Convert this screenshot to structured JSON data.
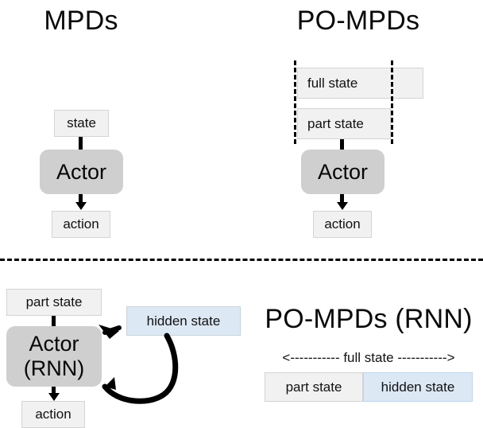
{
  "figure": {
    "panels": [
      {
        "id": "mpds",
        "title": "MPDs",
        "nodes": {
          "state": "state",
          "actor": "Actor",
          "action": "action"
        }
      },
      {
        "id": "po-mpds",
        "title": "PO-MPDs",
        "nodes": {
          "full_state": "full state",
          "part_state": "part state",
          "actor": "Actor",
          "action": "action"
        }
      },
      {
        "id": "po-mpds-rnn-left",
        "nodes": {
          "part_state": "part state",
          "actor_line1": "Actor",
          "actor_line2": "(RNN)",
          "hidden_state": "hidden state",
          "action": "action"
        }
      },
      {
        "id": "po-mpds-rnn-right",
        "title": "PO-MPDs (RNN)",
        "annotation": "<----------- full state ----------->",
        "nodes": {
          "part_state": "part state",
          "hidden_state": "hidden state"
        }
      }
    ]
  },
  "colors": {
    "box_fill": "#f1f1f1",
    "box_border": "#d4d4d4",
    "actor_fill": "#cfcfcf",
    "hidden_fill": "#dce9f5",
    "hidden_border": "#bfd6ea",
    "stroke": "#000000",
    "background": "#ffffff"
  }
}
